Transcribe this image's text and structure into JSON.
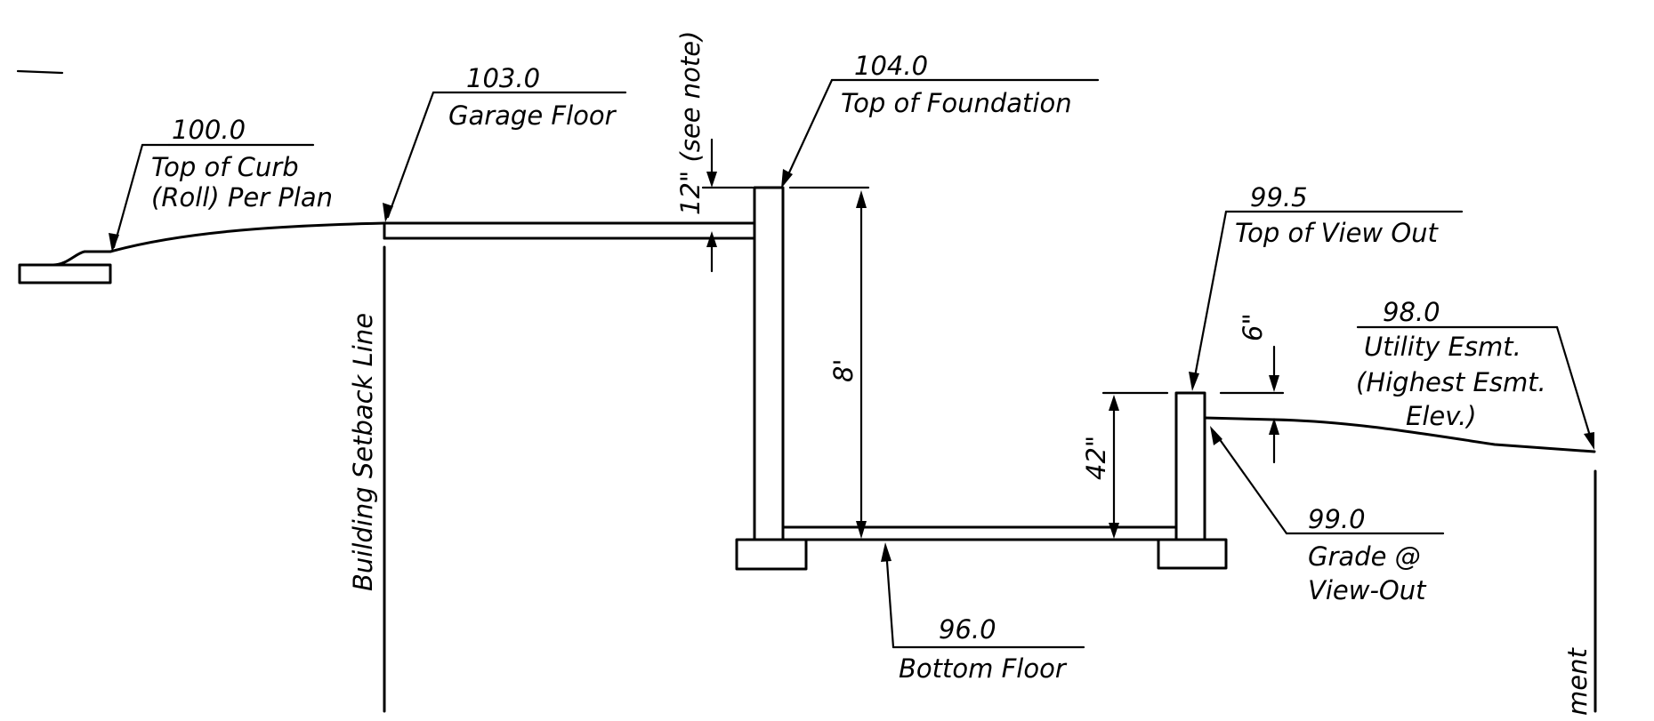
{
  "labels": {
    "curb_elev": "100.0",
    "curb_desc_1": "Top of Curb",
    "curb_desc_2": "(Roll) Per Plan",
    "garage_elev": "103.0",
    "garage_desc": "Garage Floor",
    "note_dim": "12\" (see note)",
    "foundation_elev": "104.0",
    "foundation_desc": "Top of Foundation",
    "wall_height": "8'",
    "viewout_elev": "99.5",
    "viewout_desc": "Top of View Out",
    "viewout_dim": "6\"",
    "window_height": "42\"",
    "utility_elev": "98.0",
    "utility_desc_1": "Utility Esmt.",
    "utility_desc_2": "(Highest Esmt.",
    "utility_desc_3": "Elev.)",
    "grade_elev": "99.0",
    "grade_desc_1": "Grade @",
    "grade_desc_2": "View-Out",
    "floor_elev": "96.0",
    "floor_desc": "Bottom Floor",
    "setback_line": "Building Setback Line",
    "easement_partial": "ment"
  }
}
